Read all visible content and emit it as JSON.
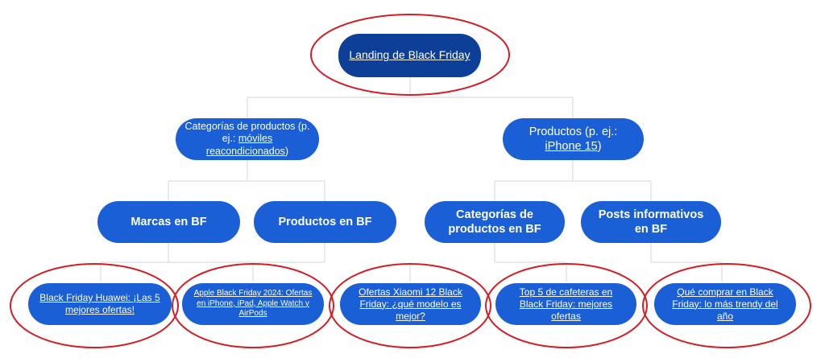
{
  "root": {
    "label": "Landing de Black Friday",
    "link": true
  },
  "level1": [
    {
      "pre": "Categorías de productos (p. ej.: ",
      "link": "móviles reacondicionados",
      "post": ")"
    },
    {
      "pre": "Productos (p. ej.: ",
      "link": "iPhone 15",
      "post": ")"
    }
  ],
  "level2": [
    {
      "label": "Marcas en BF"
    },
    {
      "label": "Productos en BF"
    },
    {
      "label": "Categorías de productos en BF"
    },
    {
      "label": "Posts informativos en BF"
    }
  ],
  "level3": [
    {
      "label": "Black Friday Huawei: ¡Las 5 mejores ofertas!"
    },
    {
      "label": "Apple Black Friday 2024: Ofertas en iPhone, iPad, Apple Watch y AirPods"
    },
    {
      "label": "Ofertas Xiaomi 12 Black Friday: ¿qué modelo es mejor?"
    },
    {
      "label": "Top 5 de cafeteras en Black Friday: mejores ofertas"
    },
    {
      "label": "Qué comprar en Black Friday: lo más trendy del año"
    }
  ],
  "colors": {
    "root_fill": "#0d3f99",
    "node_fill": "#1a5fd6",
    "highlight_ring": "#d11f26",
    "connector": "#d6d6d6"
  }
}
